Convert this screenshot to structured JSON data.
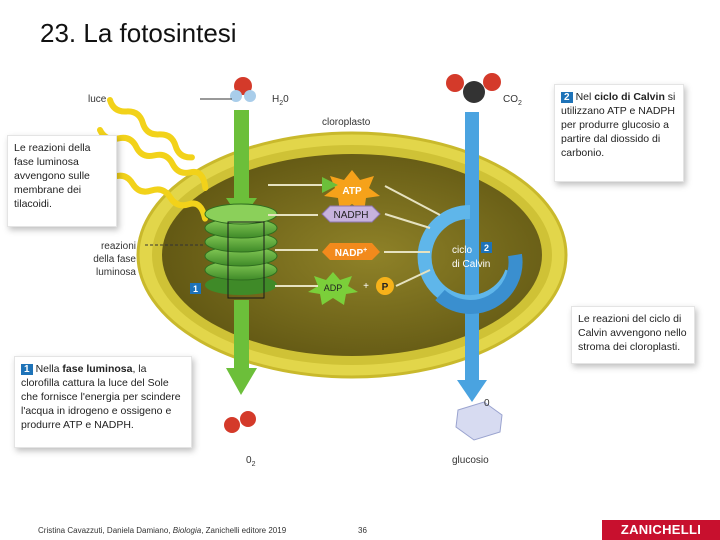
{
  "title": "23. La fotosintesi",
  "labels": {
    "luce": "luce",
    "h2o": "H",
    "h2o_sub": "2",
    "h2o_tail": "0",
    "co2": "CO",
    "co2_sub": "2",
    "cloroplasto": "cloroplasto",
    "reazioni_fase_luminosa": [
      "reazioni",
      "della fase",
      "luminosa"
    ],
    "o2": "0",
    "o2_sub": "2",
    "glucosio": "glucosio",
    "glucose_o": "0",
    "ciclo_calvin": [
      "ciclo",
      "di Calvin"
    ]
  },
  "molecules": {
    "atp": "ATP",
    "nadph": "NADPH",
    "nadp": "NADP",
    "nadp_sup": "+",
    "adp": "ADP",
    "plus": "+",
    "p": "P"
  },
  "badges": {
    "one": "1",
    "two": "2"
  },
  "boxes": {
    "fase_luminosa_note": [
      "Le reazioni della",
      "fase luminosa",
      "avvengono sulle",
      "membrane dei",
      "tilacoidi."
    ],
    "calvin_note_intro": {
      "num": "2",
      "pre": "Nel ",
      "bold": "ciclo di Calvin",
      "post": " si"
    },
    "calvin_note_lines": [
      "utilizzano ATP e NADPH",
      "per produrre glucosio a",
      "partire dal diossido di",
      "carbonio."
    ],
    "stroma_note": [
      "Le reazioni del ciclo di",
      "Calvin avvengono nello",
      "stroma dei cloroplasti."
    ],
    "luminosa_intro": {
      "num": "1",
      "pre": "Nella ",
      "bold": "fase luminosa",
      "post": ", la"
    },
    "luminosa_lines": [
      "clorofilla cattura la luce del Sole",
      "che fornisce l'energia per scindere",
      "l'acqua in idrogeno e ossigeno e",
      "produrre ATP e NADPH."
    ]
  },
  "footer": {
    "authors": "Cristina Cavazzuti, Daniela Damiano, ",
    "book": "Biologia",
    "publisher": ", Zanichelli editore 2019",
    "page": "36",
    "logo": "ZANICHELLI"
  },
  "colors": {
    "accent_blue": "#1e73b8",
    "chloroplast_outer": "#d9ce3a",
    "stroma": "#7a6d1a",
    "thylakoid": "#5aa83a",
    "brand_red": "#c8102e"
  }
}
